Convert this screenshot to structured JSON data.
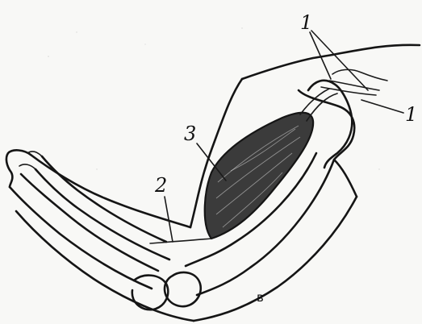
{
  "labels": {
    "label_1_top": "1",
    "label_1_right": "1",
    "label_2": "2",
    "label_3": "3",
    "panel_letter": "в"
  },
  "colors": {
    "ink": "#151515",
    "muscle": "#3b3b3b",
    "paper": "#f8f8f6"
  }
}
